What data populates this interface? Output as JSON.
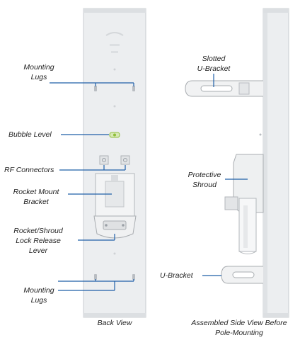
{
  "labels": {
    "mounting_lugs_top": [
      "Mounting",
      "Lugs"
    ],
    "bubble_level": "Bubble Level",
    "rf_connectors": "RF Connectors",
    "rocket_mount_bracket": [
      "Rocket Mount",
      "Bracket"
    ],
    "lock_release_lever": [
      "Rocket/Shroud",
      "Lock Release",
      "Lever"
    ],
    "mounting_lugs_bottom": [
      "Mounting",
      "Lugs"
    ],
    "slotted_u_bracket": [
      "Slotted",
      "U-Bracket"
    ],
    "protective_shroud": [
      "Protective",
      "Shroud"
    ],
    "u_bracket": "U-Bracket"
  },
  "captions": {
    "back_view": "Back View",
    "side_view": [
      "Assembled Side View Before",
      "Pole-Mounting"
    ]
  },
  "colors": {
    "leader": "#1f5fa8",
    "panel": "#e9ebed",
    "panel_edge": "#c9ccd0",
    "bubble": "#8fbf3a"
  }
}
